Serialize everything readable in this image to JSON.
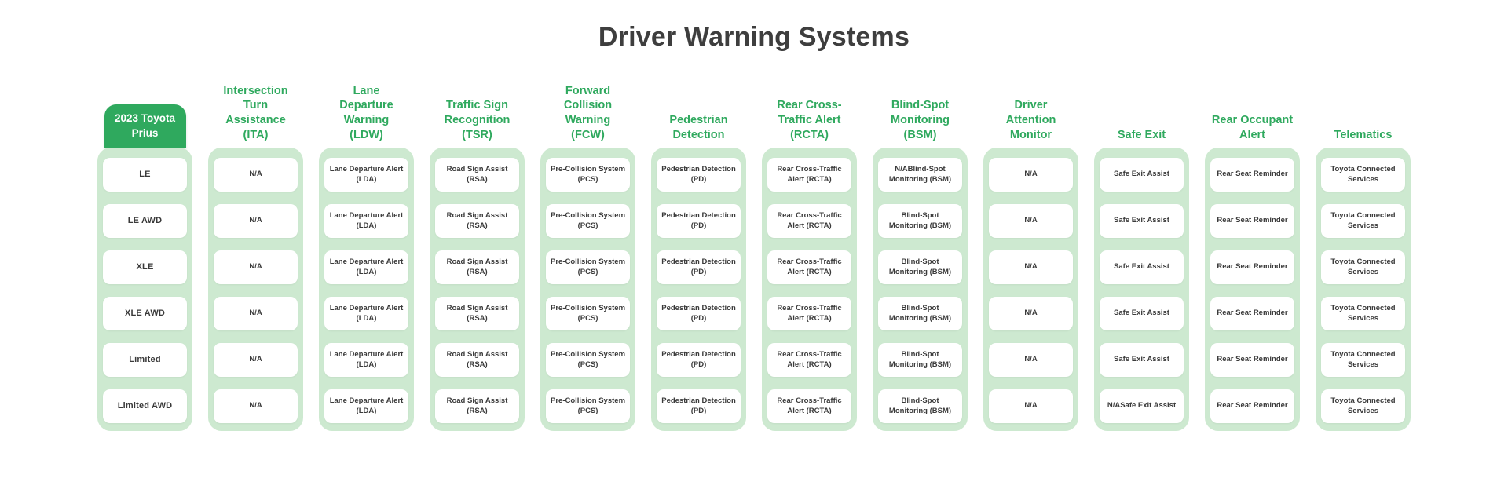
{
  "title": "Driver Warning Systems",
  "colors": {
    "green": "#2fa95e",
    "light_green": "#cde9d0",
    "title_text": "#3e3e3e",
    "cell_text": "#3a3a3a",
    "cell_bg": "#ffffff"
  },
  "table": {
    "columns": [
      {
        "id": "trims",
        "type": "vehicle",
        "header": "2023 Toyota\nPrius",
        "cells": [
          "LE",
          "LE AWD",
          "XLE",
          "XLE AWD",
          "Limited",
          "Limited AWD"
        ]
      },
      {
        "id": "ita",
        "header": "Intersection\nTurn\nAssistance\n(ITA)",
        "cells": [
          "N/A",
          "N/A",
          "N/A",
          "N/A",
          "N/A",
          "N/A"
        ]
      },
      {
        "id": "ldw",
        "header": "Lane\nDeparture\nWarning\n(LDW)",
        "cells": [
          "Lane Departure Alert (LDA)",
          "Lane Departure Alert (LDA)",
          "Lane Departure Alert (LDA)",
          "Lane Departure Alert (LDA)",
          "Lane Departure Alert (LDA)",
          "Lane Departure Alert (LDA)"
        ]
      },
      {
        "id": "tsr",
        "header": "Traffic Sign\nRecognition\n(TSR)",
        "cells": [
          "Road Sign Assist (RSA)",
          "Road Sign Assist (RSA)",
          "Road Sign Assist (RSA)",
          "Road Sign Assist (RSA)",
          "Road Sign Assist (RSA)",
          "Road Sign Assist (RSA)"
        ]
      },
      {
        "id": "fcw",
        "header": "Forward\nCollision\nWarning\n(FCW)",
        "cells": [
          "Pre-Collision System (PCS)",
          "Pre-Collision System (PCS)",
          "Pre-Collision System (PCS)",
          "Pre-Collision System (PCS)",
          "Pre-Collision System (PCS)",
          "Pre-Collision System (PCS)"
        ]
      },
      {
        "id": "pedestrian-detection",
        "header": "Pedestrian\nDetection",
        "cells": [
          "Pedestrian Detection (PD)",
          "Pedestrian Detection (PD)",
          "Pedestrian Detection (PD)",
          "Pedestrian Detection (PD)",
          "Pedestrian Detection (PD)",
          "Pedestrian Detection (PD)"
        ]
      },
      {
        "id": "rcta",
        "header": "Rear Cross-\nTraffic Alert\n(RCTA)",
        "cells": [
          "Rear Cross-Traffic Alert (RCTA)",
          "Rear Cross-Traffic Alert (RCTA)",
          "Rear Cross-Traffic Alert (RCTA)",
          "Rear Cross-Traffic Alert (RCTA)",
          "Rear Cross-Traffic Alert (RCTA)",
          "Rear Cross-Traffic Alert (RCTA)"
        ]
      },
      {
        "id": "bsm",
        "header": "Blind-Spot\nMonitoring\n(BSM)",
        "cells": [
          "N/ABlind-Spot Monitoring (BSM)",
          "Blind-Spot Monitoring (BSM)",
          "Blind-Spot Monitoring (BSM)",
          "Blind-Spot Monitoring (BSM)",
          "Blind-Spot Monitoring (BSM)",
          "Blind-Spot Monitoring (BSM)"
        ]
      },
      {
        "id": "driver-attention-monitor",
        "header": "Driver\nAttention\nMonitor",
        "cells": [
          "N/A",
          "N/A",
          "N/A",
          "N/A",
          "N/A",
          "N/A"
        ]
      },
      {
        "id": "safe-exit",
        "header": "Safe Exit",
        "cells": [
          "Safe Exit Assist",
          "Safe Exit Assist",
          "Safe Exit Assist",
          "Safe Exit Assist",
          "Safe Exit Assist",
          "N/ASafe Exit Assist"
        ]
      },
      {
        "id": "rear-occupant-alert",
        "header": "Rear Occupant\nAlert",
        "cells": [
          "Rear Seat Reminder",
          "Rear Seat Reminder",
          "Rear Seat Reminder",
          "Rear Seat Reminder",
          "Rear Seat Reminder",
          "Rear Seat Reminder"
        ]
      },
      {
        "id": "telematics",
        "header": "Telematics",
        "cells": [
          "Toyota Connected Services",
          "Toyota Connected Services",
          "Toyota Connected Services",
          "Toyota Connected Services",
          "Toyota Connected Services",
          "Toyota Connected Services"
        ]
      }
    ]
  },
  "chart_data": {
    "type": "table",
    "title": "Driver Warning Systems",
    "row_header": "2023 Toyota Prius",
    "rows": [
      "LE",
      "LE AWD",
      "XLE",
      "XLE AWD",
      "Limited",
      "Limited AWD"
    ],
    "columns": [
      "Intersection Turn Assistance (ITA)",
      "Lane Departure Warning (LDW)",
      "Traffic Sign Recognition (TSR)",
      "Forward Collision Warning (FCW)",
      "Pedestrian Detection",
      "Rear Cross-Traffic Alert (RCTA)",
      "Blind-Spot Monitoring (BSM)",
      "Driver Attention Monitor",
      "Safe Exit",
      "Rear Occupant Alert",
      "Telematics"
    ],
    "values": [
      [
        "N/A",
        "Lane Departure Alert (LDA)",
        "Road Sign Assist (RSA)",
        "Pre-Collision System (PCS)",
        "Pedestrian Detection (PD)",
        "Rear Cross-Traffic Alert (RCTA)",
        "N/ABlind-Spot Monitoring (BSM)",
        "N/A",
        "Safe Exit Assist",
        "Rear Seat Reminder",
        "Toyota Connected Services"
      ],
      [
        "N/A",
        "Lane Departure Alert (LDA)",
        "Road Sign Assist (RSA)",
        "Pre-Collision System (PCS)",
        "Pedestrian Detection (PD)",
        "Rear Cross-Traffic Alert (RCTA)",
        "Blind-Spot Monitoring (BSM)",
        "N/A",
        "Safe Exit Assist",
        "Rear Seat Reminder",
        "Toyota Connected Services"
      ],
      [
        "N/A",
        "Lane Departure Alert (LDA)",
        "Road Sign Assist (RSA)",
        "Pre-Collision System (PCS)",
        "Pedestrian Detection (PD)",
        "Rear Cross-Traffic Alert (RCTA)",
        "Blind-Spot Monitoring (BSM)",
        "N/A",
        "Safe Exit Assist",
        "Rear Seat Reminder",
        "Toyota Connected Services"
      ],
      [
        "N/A",
        "Lane Departure Alert (LDA)",
        "Road Sign Assist (RSA)",
        "Pre-Collision System (PCS)",
        "Pedestrian Detection (PD)",
        "Rear Cross-Traffic Alert (RCTA)",
        "Blind-Spot Monitoring (BSM)",
        "N/A",
        "Safe Exit Assist",
        "Rear Seat Reminder",
        "Toyota Connected Services"
      ],
      [
        "N/A",
        "Lane Departure Alert (LDA)",
        "Road Sign Assist (RSA)",
        "Pre-Collision System (PCS)",
        "Pedestrian Detection (PD)",
        "Rear Cross-Traffic Alert (RCTA)",
        "Blind-Spot Monitoring (BSM)",
        "N/A",
        "Safe Exit Assist",
        "Rear Seat Reminder",
        "Toyota Connected Services"
      ],
      [
        "N/A",
        "Lane Departure Alert (LDA)",
        "Road Sign Assist (RSA)",
        "Pre-Collision System (PCS)",
        "Pedestrian Detection (PD)",
        "Rear Cross-Traffic Alert (RCTA)",
        "Blind-Spot Monitoring (BSM)",
        "N/A",
        "N/ASafe Exit Assist",
        "Rear Seat Reminder",
        "Toyota Connected Services"
      ]
    ]
  }
}
